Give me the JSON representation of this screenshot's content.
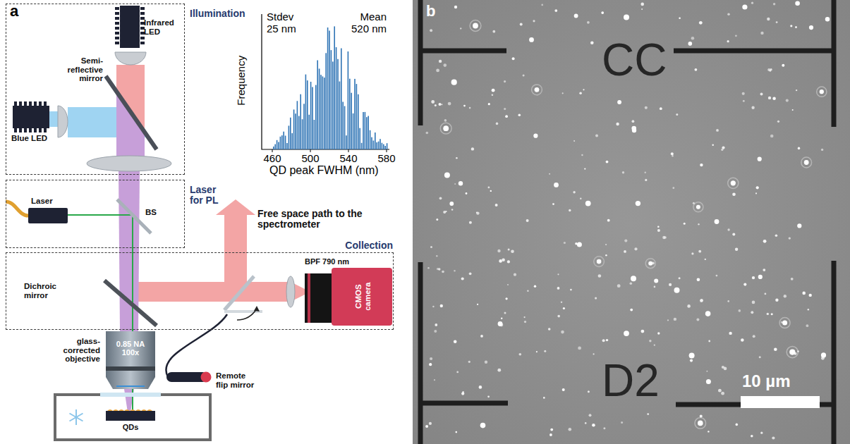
{
  "diagram": {
    "nodes": [
      {
        "text": [
          "Illumination"
        ]
      },
      {
        "text": [
          "Laser for PL"
        ]
      },
      {
        "text": [
          "Collection"
        ]
      }
    ],
    "labels": [
      "a",
      "Infrared LED",
      "Semi-reflective mirror",
      "Blue LED",
      "Laser",
      "BS",
      "Dichroic mirror",
      "glass-corrected objective",
      "0.85 NA 100x",
      "QDs",
      "Free space path to the spectrometer",
      "BPF 790 nm",
      "CMOS camera",
      "Remote flip mirror",
      "Stdev 25 nm",
      "Mean 520 nm",
      "Frequency",
      "460",
      "500",
      "540",
      "580",
      "QD peak FWHM (nm)",
      "b",
      "CC",
      "D2",
      "10 µm"
    ]
  }
}
